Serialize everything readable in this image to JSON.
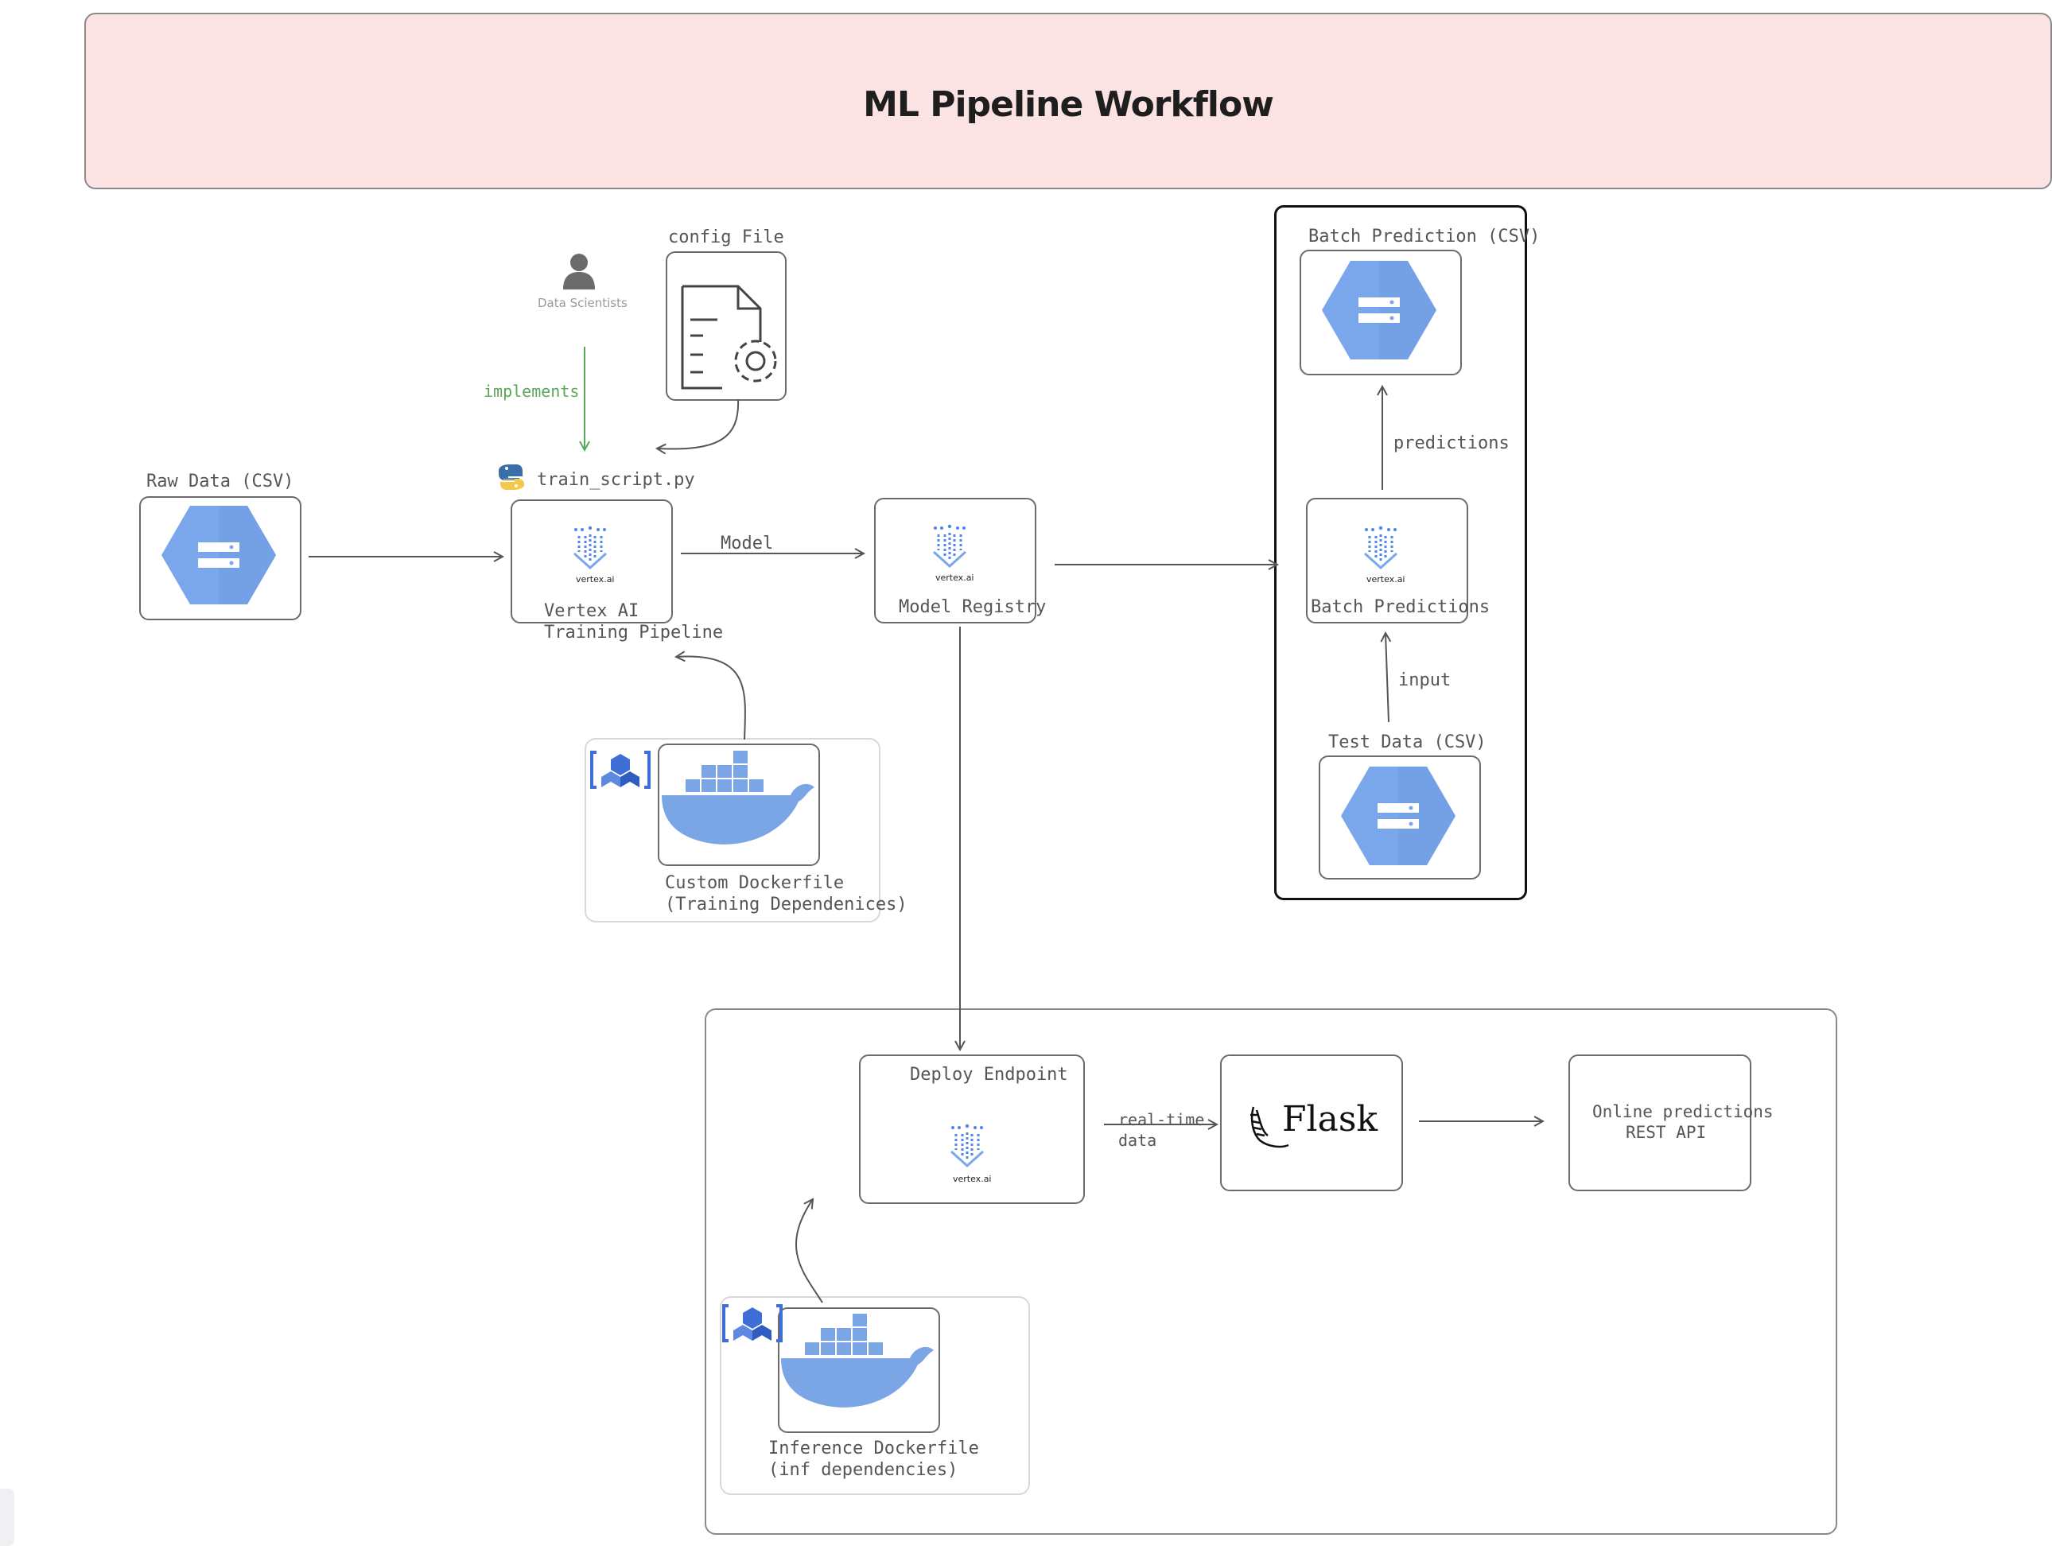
{
  "title": "ML Pipeline Workflow",
  "nodes": {
    "raw_data": "Raw Data (CSV)",
    "train_script": "train_script.py",
    "training_pipeline_line1": "Vertex AI",
    "training_pipeline_line2": "Training Pipeline",
    "config_file": "config File",
    "data_scientists": "Data Scientists",
    "custom_dockerfile_line1": "Custom Dockerfile",
    "custom_dockerfile_line2": "(Training Dependenices)",
    "model_registry": "Model Registry",
    "batch_prediction_csv": "Batch Prediction (CSV)",
    "batch_predictions": "Batch Predictions",
    "test_data": "Test Data (CSV)",
    "deploy_endpoint": "Deploy Endpoint",
    "flask": "Flask",
    "online_predictions_line1": "Online predictions",
    "online_predictions_line2": "REST API",
    "inference_dockerfile_line1": "Inference Dockerfile",
    "inference_dockerfile_line2": "(inf dependencies)",
    "vertex_caption": "vertex.ai"
  },
  "edges": {
    "implements": "implements",
    "model": "Model",
    "predictions": "predictions",
    "input": "input",
    "realtime_line1": "real-time",
    "realtime_line2": "data"
  },
  "colors": {
    "banner": "#fbe3e4",
    "storage_hex": "#7aa6ec",
    "docker_blue": "#7ba6e6",
    "vertex_blue": "#4f86e8",
    "implements_green": "#5aa75a",
    "stroke": "#555555"
  },
  "icons": [
    "cloud-storage-icon",
    "vertex-ai-icon",
    "docker-icon",
    "python-icon",
    "person-icon",
    "config-document-icon",
    "artifact-registry-icon",
    "flask-icon"
  ]
}
